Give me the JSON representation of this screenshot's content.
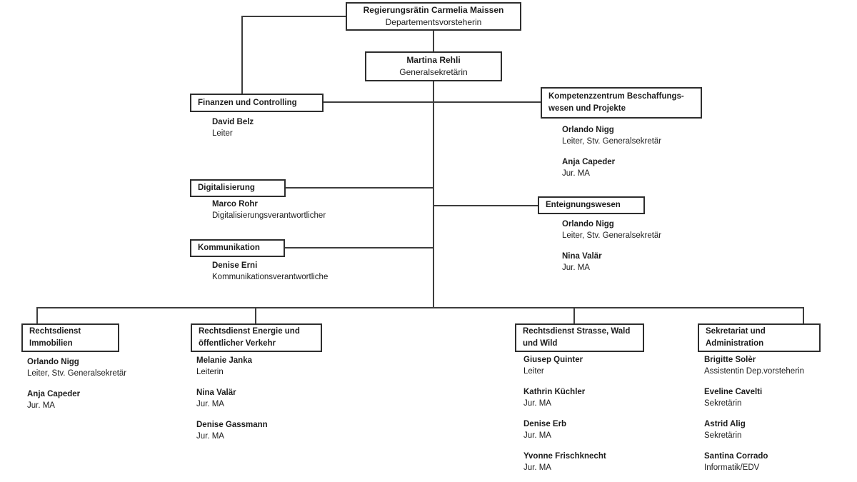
{
  "org": {
    "colors": {
      "line": "#3d3d3d",
      "border": "#2e2e2e",
      "text": "#1c1c1c",
      "background": "#ffffff"
    },
    "root": {
      "name": "Regierungsrätin Carmelia Maissen",
      "role": "Departementsvorsteherin"
    },
    "general_secretary": {
      "name": "Martina Rehli",
      "role": "Generalsekretärin"
    },
    "units": {
      "finanzen": {
        "title": "Finanzen und Controlling",
        "staff": [
          {
            "name": "David Belz",
            "role": "Leiter"
          }
        ]
      },
      "kompetenzzentrum": {
        "title": "Kompetenzzentrum Beschaffungs-\nwesen und Projekte",
        "staff": [
          {
            "name": "Orlando Nigg",
            "role": "Leiter, Stv. Generalsekretär"
          },
          {
            "name": "Anja Capeder",
            "role": "Jur. MA"
          }
        ]
      },
      "digitalisierung": {
        "title": "Digitalisierung",
        "staff": [
          {
            "name": "Marco Rohr",
            "role": "Digitalisierungsverantwortlicher"
          }
        ]
      },
      "enteignungswesen": {
        "title": "Enteignungswesen",
        "staff": [
          {
            "name": "Orlando Nigg",
            "role": "Leiter, Stv. Generalsekretär"
          },
          {
            "name": "Nina Valär",
            "role": "Jur. MA"
          }
        ]
      },
      "kommunikation": {
        "title": "Kommunikation",
        "staff": [
          {
            "name": "Denise Erni",
            "role": "Kommunikationsverantwortliche"
          }
        ]
      },
      "rechtsdienst_immobilien": {
        "title": "Rechtsdienst\nImmobilien",
        "staff": [
          {
            "name": "Orlando Nigg",
            "role": "Leiter, Stv. Generalsekretär"
          },
          {
            "name": "Anja Capeder",
            "role": "Jur. MA"
          }
        ]
      },
      "rechtsdienst_energie": {
        "title": "Rechtsdienst Energie und\nöffentlicher Verkehr",
        "staff": [
          {
            "name": "Melanie Janka",
            "role": "Leiterin"
          },
          {
            "name": "Nina Valär",
            "role": "Jur. MA"
          },
          {
            "name": "Denise Gassmann",
            "role": "Jur. MA"
          }
        ]
      },
      "rechtsdienst_strasse": {
        "title": "Rechtsdienst Strasse, Wald\nund Wild",
        "staff": [
          {
            "name": "Giusep Quinter",
            "role": "Leiter"
          },
          {
            "name": "Kathrin Küchler",
            "role": "Jur. MA"
          },
          {
            "name": "Denise Erb",
            "role": "Jur. MA"
          },
          {
            "name": "Yvonne Frischknecht",
            "role": "Jur. MA"
          }
        ]
      },
      "sekretariat": {
        "title": "Sekretariat und\nAdministration",
        "staff": [
          {
            "name": "Brigitte Solèr",
            "role": "Assistentin Dep.vorsteherin"
          },
          {
            "name": "Eveline Cavelti",
            "role": "Sekretärin"
          },
          {
            "name": "Astrid Alig",
            "role": "Sekretärin"
          },
          {
            "name": "Santina Corrado",
            "role": "Informatik/EDV"
          }
        ]
      }
    }
  }
}
